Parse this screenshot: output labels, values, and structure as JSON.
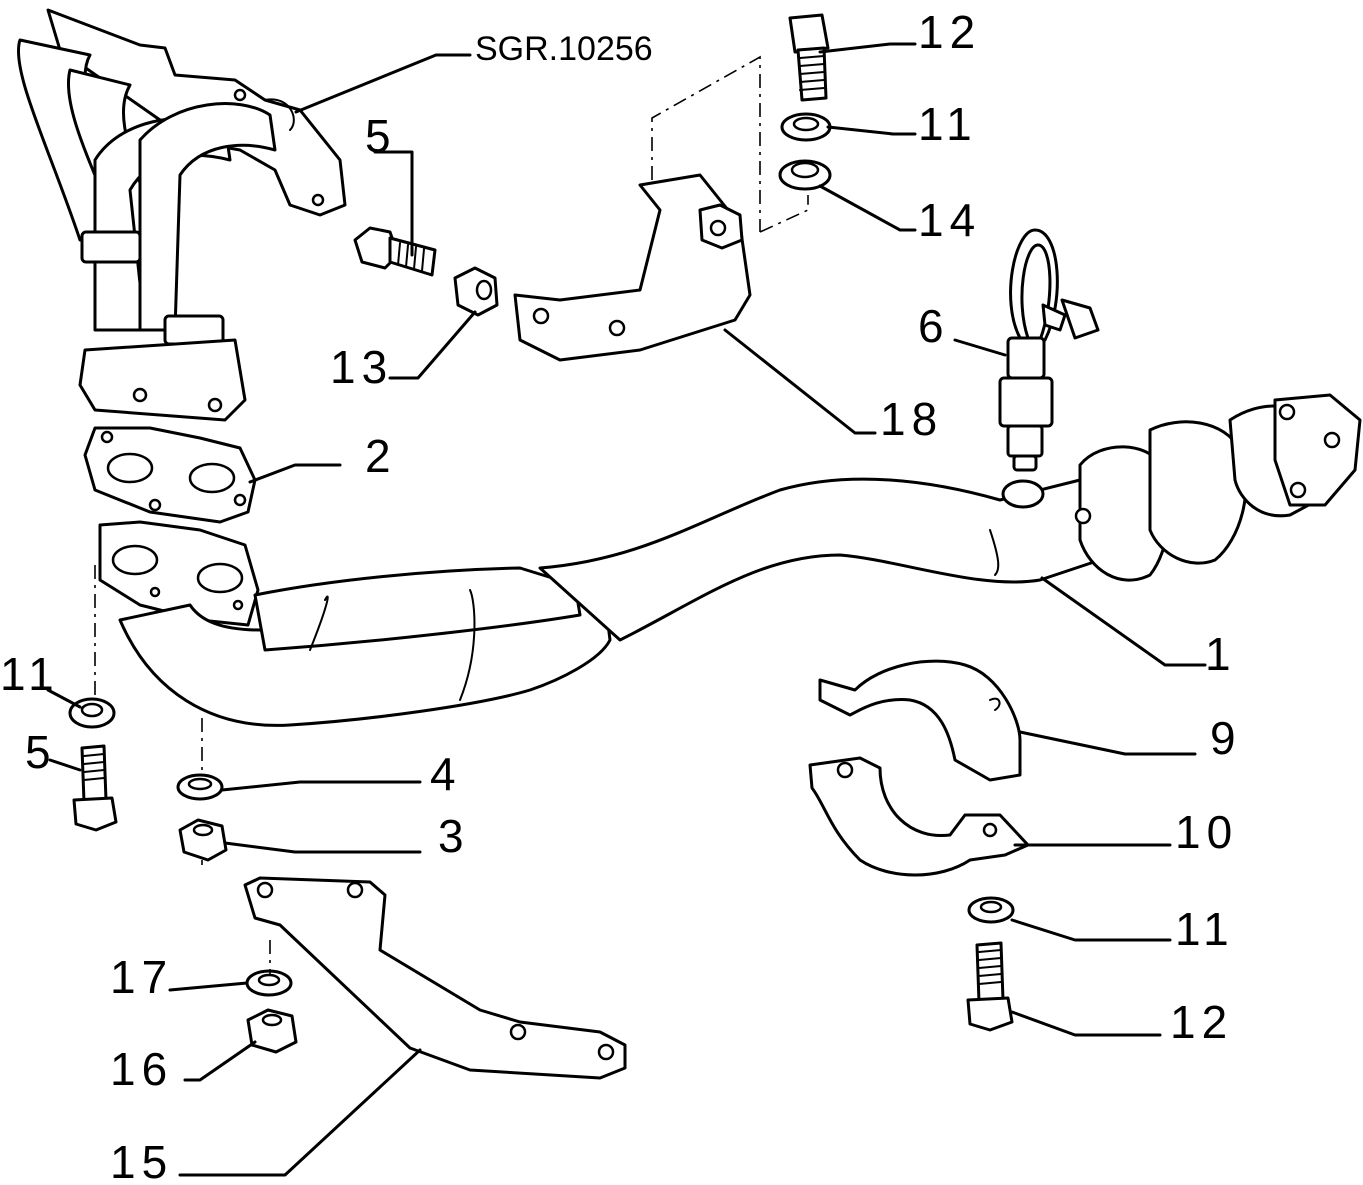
{
  "diagram": {
    "reference": "SGR.10256",
    "callouts": {
      "c1": "1",
      "c2": "2",
      "c3": "3",
      "c4": "4",
      "c5_top": "5",
      "c5_left": "5",
      "c6": "6",
      "c9": "9",
      "c10": "10",
      "c11_top": "11",
      "c11_left": "11",
      "c11_right": "11",
      "c12_top": "12",
      "c12_right": "12",
      "c13": "13",
      "c14": "14",
      "c15": "15",
      "c16": "16",
      "c17": "17",
      "c18": "18"
    }
  }
}
